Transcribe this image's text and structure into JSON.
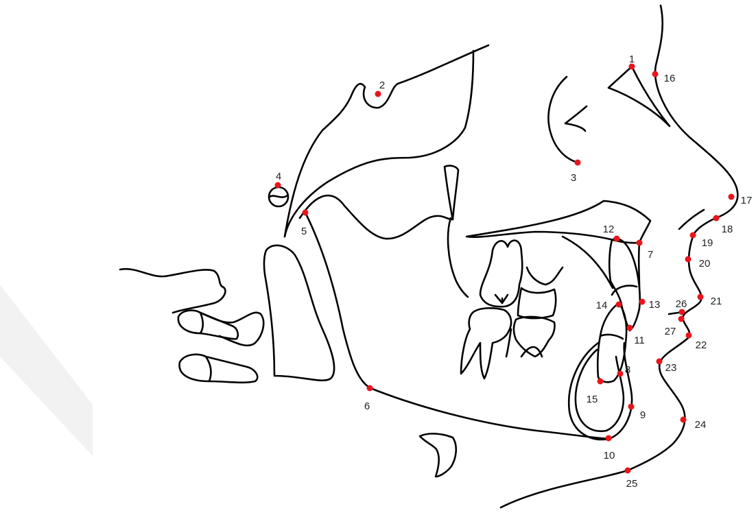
{
  "diagram": {
    "colors": {
      "background": "#ffffff",
      "trace": "#000000",
      "landmark": "#e8151b",
      "label": "#222222",
      "watermark": "#ebebeb"
    },
    "landmarks": [
      {
        "id": "1",
        "label": "1"
      },
      {
        "id": "2",
        "label": "2"
      },
      {
        "id": "3",
        "label": "3"
      },
      {
        "id": "4",
        "label": "4"
      },
      {
        "id": "5",
        "label": "5"
      },
      {
        "id": "6",
        "label": "6"
      },
      {
        "id": "7",
        "label": "7"
      },
      {
        "id": "8",
        "label": "8"
      },
      {
        "id": "9",
        "label": "9"
      },
      {
        "id": "10",
        "label": "10"
      },
      {
        "id": "11",
        "label": "11"
      },
      {
        "id": "12",
        "label": "12"
      },
      {
        "id": "13",
        "label": "13"
      },
      {
        "id": "14",
        "label": "14"
      },
      {
        "id": "15",
        "label": "15"
      },
      {
        "id": "16",
        "label": "16"
      },
      {
        "id": "17",
        "label": "17"
      },
      {
        "id": "18",
        "label": "18"
      },
      {
        "id": "19",
        "label": "19"
      },
      {
        "id": "20",
        "label": "20"
      },
      {
        "id": "21",
        "label": "21"
      },
      {
        "id": "22",
        "label": "22"
      },
      {
        "id": "23",
        "label": "23"
      },
      {
        "id": "24",
        "label": "24"
      },
      {
        "id": "25",
        "label": "25"
      },
      {
        "id": "26",
        "label": "26"
      },
      {
        "id": "27",
        "label": "27"
      }
    ]
  }
}
